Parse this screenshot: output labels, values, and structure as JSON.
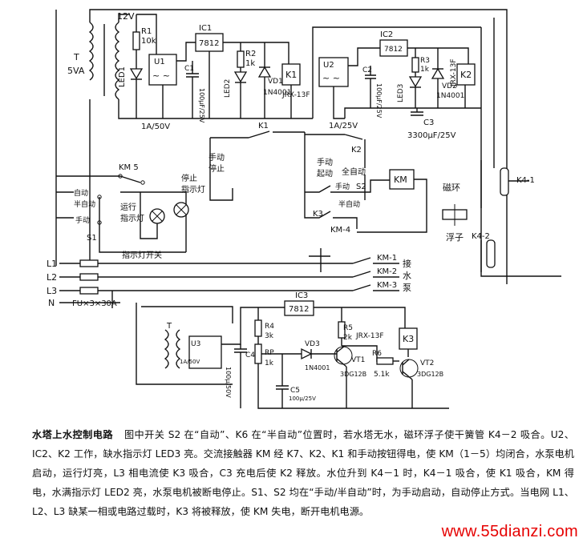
{
  "labels": {
    "transformer": "T",
    "transformer_rating": "5VA",
    "secondary_v": "12V",
    "r1": "R1",
    "r1_val": "10k",
    "led1": "LED1",
    "ic1": "IC1",
    "ic1_part": "7812",
    "u1": "U1",
    "c1": "C1",
    "c1_val": "100μF/25V",
    "r2": "R2",
    "r2_val": "1k",
    "led2": "LED2",
    "vd1": "VD1",
    "vd1_part": "1N4001",
    "k1_coil": "K1",
    "k1_part": "JRX-13F",
    "fuse1": "1A/50V",
    "ic2": "IC2",
    "ic2_part": "7812",
    "u2": "U2",
    "c2": "C2",
    "c2_val": "100μF/25V",
    "r3": "R3",
    "r3_val": "1k",
    "led3": "LED3",
    "vd2": "VD2",
    "vd2_part": "1N4001",
    "k2_coil": "K2",
    "k2_part": "JRX-13F",
    "c3": "C3",
    "c3_val": "3300μF/25V",
    "k1_contact": "K1",
    "fuse2": "1A/25V",
    "k2_contact": "K2",
    "km_5": "KM 5",
    "auto": "自动",
    "semi_auto": "半自动",
    "manual": "手动",
    "s1": "S1",
    "run_lamp_1": "运行",
    "run_lamp_2": "指示灯",
    "stop_lamp_1": "停止",
    "stop_lamp_2": "指示灯",
    "manual_stop_1": "手动",
    "manual_stop_2": "停止",
    "manual_start_1": "手动",
    "manual_start_2": "起动",
    "all_auto": "全自动",
    "manual2": "手动",
    "s2": "S2",
    "semi_auto2": "半自动",
    "k3_contact": "K3",
    "km4": "KM-4",
    "km_coil": "KM",
    "lamp_switch": "指示灯开关",
    "magnet_ring": "磁环",
    "float": "浮子",
    "k4_1": "K4-1",
    "k4_2": "K4-2",
    "l1": "L1",
    "l2": "L2",
    "l3": "L3",
    "n": "N",
    "fuses": "FU×3×30A",
    "km1": "KM-1",
    "km2": "KM-2",
    "km3": "KM-3",
    "pump_1": "接",
    "pump_2": "水",
    "pump_3": "泵",
    "ic3": "IC3",
    "ic3_part": "7812",
    "t2": "T",
    "u3": "U3",
    "u3_val": "1A/50V",
    "c4": "C4",
    "c4_val": "100μ/50V",
    "r4": "R4",
    "r4_val": "3k",
    "rp": "RP",
    "rp_val": "1k",
    "c5": "C5",
    "c5_val": "100μ/25V",
    "vd3": "VD3",
    "vd3_part": "1N4001",
    "r5": "R5",
    "r5_val": "2k",
    "k3_part": "JRX-13F",
    "k3_coil": "K3",
    "vt1": "VT1",
    "vt1_part": "3DG12B",
    "r6": "R6",
    "r6_val": "5.1k",
    "vt2": "VT2",
    "vt2_part": "3DG12B"
  },
  "caption": {
    "title": "水塔上水控制电路",
    "text": "图中开关 S2 在“自动”、K6 在“半自动”位置时，若水塔无水，磁环浮子使干簧管 K4－2 吸合。U2、IC2、K2 工作，缺水指示灯 LED3 亮。交流接触器 KM 经 K7、K2、K1 和手动按钮得电，使 KM（1－5）均闭合，水泵电机启动，运行灯亮，L3 相电流使 K3 吸合，C3 充电后使 K2 释放。水位升到 K4－1 时，K4－1 吸合，使 K1 吸合，KM 得电，水满指示灯 LED2 亮，水泵电机被断电停止。S1、S2 均在“手动/半自动”时，为手动启动，自动停止方式。当电网 L1、L2、L3 缺某一相或电路过载时，K3 将被释放，使 KM 失电，断开电机电源。"
  },
  "watermark": "www.55dianzi.com"
}
